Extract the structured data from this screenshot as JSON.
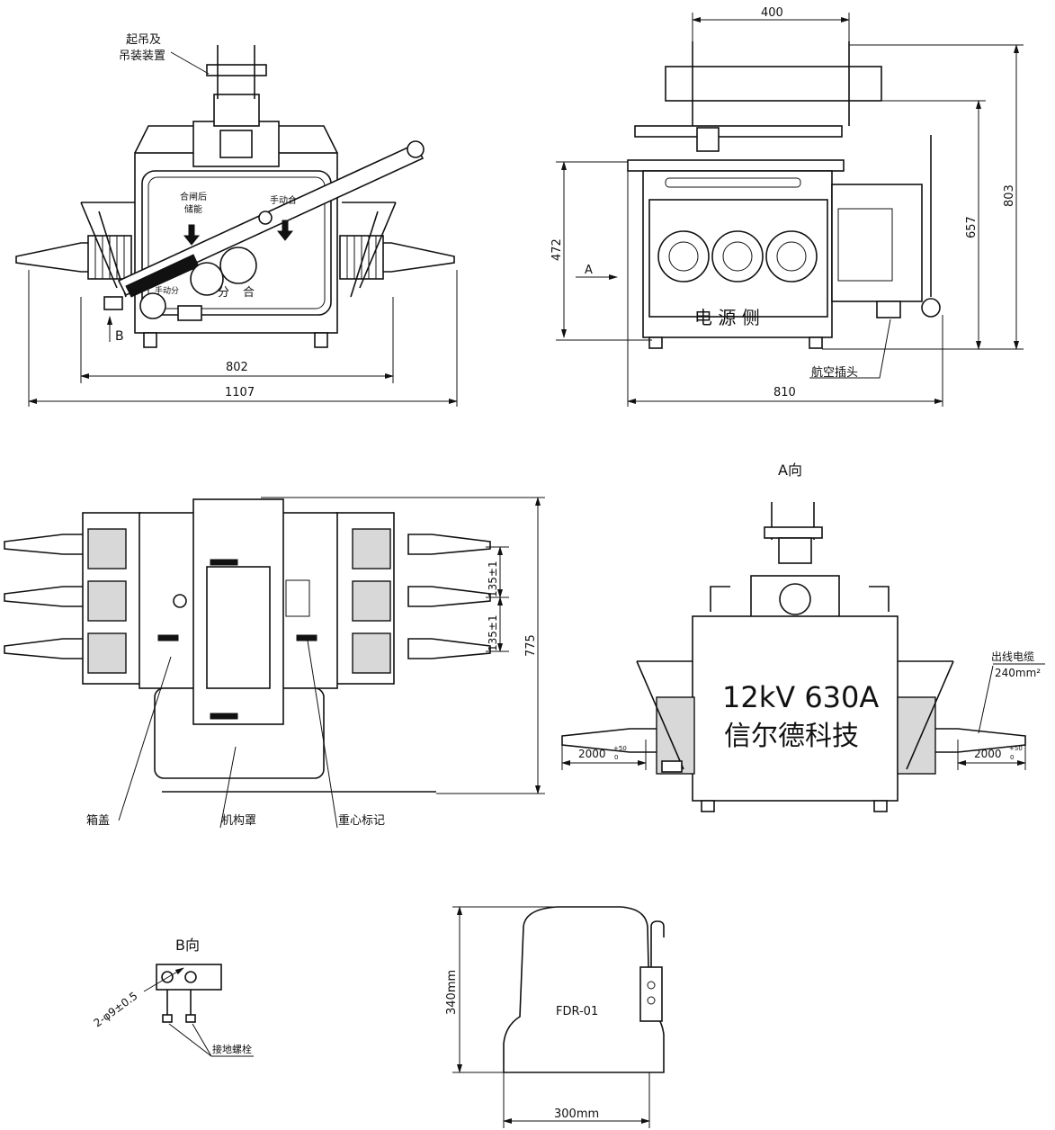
{
  "front_view": {
    "lifting_label_line1": "起吊及",
    "lifting_label_line2": "吊装装置",
    "close_store_line1": "合闸后",
    "close_store_line2": "储能",
    "manual_close": "手动合",
    "manual_open": "手动分",
    "open": "分",
    "close": "合",
    "view_b_arrow": "B",
    "dim_inner": "802",
    "dim_overall": "1107"
  },
  "side_view": {
    "dim_top": "400",
    "dim_472": "472",
    "dim_657": "657",
    "dim_803": "803",
    "dim_bottom": "810",
    "view_a_arrow": "A",
    "power_side": "电 源 侧",
    "aviation_plug": "航空插头"
  },
  "top_view": {
    "dim_135a": "135±1",
    "dim_135b": "135±1",
    "dim_775": "775",
    "box_cover": "箱盖",
    "mechanism_cover": "机构罩",
    "center_mark": "重心标记"
  },
  "view_a": {
    "title": "A向",
    "rating": "12kV 630A",
    "maker": "信尔德科技",
    "cable_label_line1": "出线电缆",
    "cable_label_line2": "240mm²",
    "cable_len_left": "2000",
    "cable_len_right": "2000",
    "tol_up": "+50",
    "tol_down": "0"
  },
  "view_b": {
    "title": "B向",
    "hole_spec": "2-φ9±0.5",
    "ground_bolt": "接地螺栓"
  },
  "controller": {
    "model": "FDR-01",
    "height": "340mm",
    "width": "300mm"
  }
}
